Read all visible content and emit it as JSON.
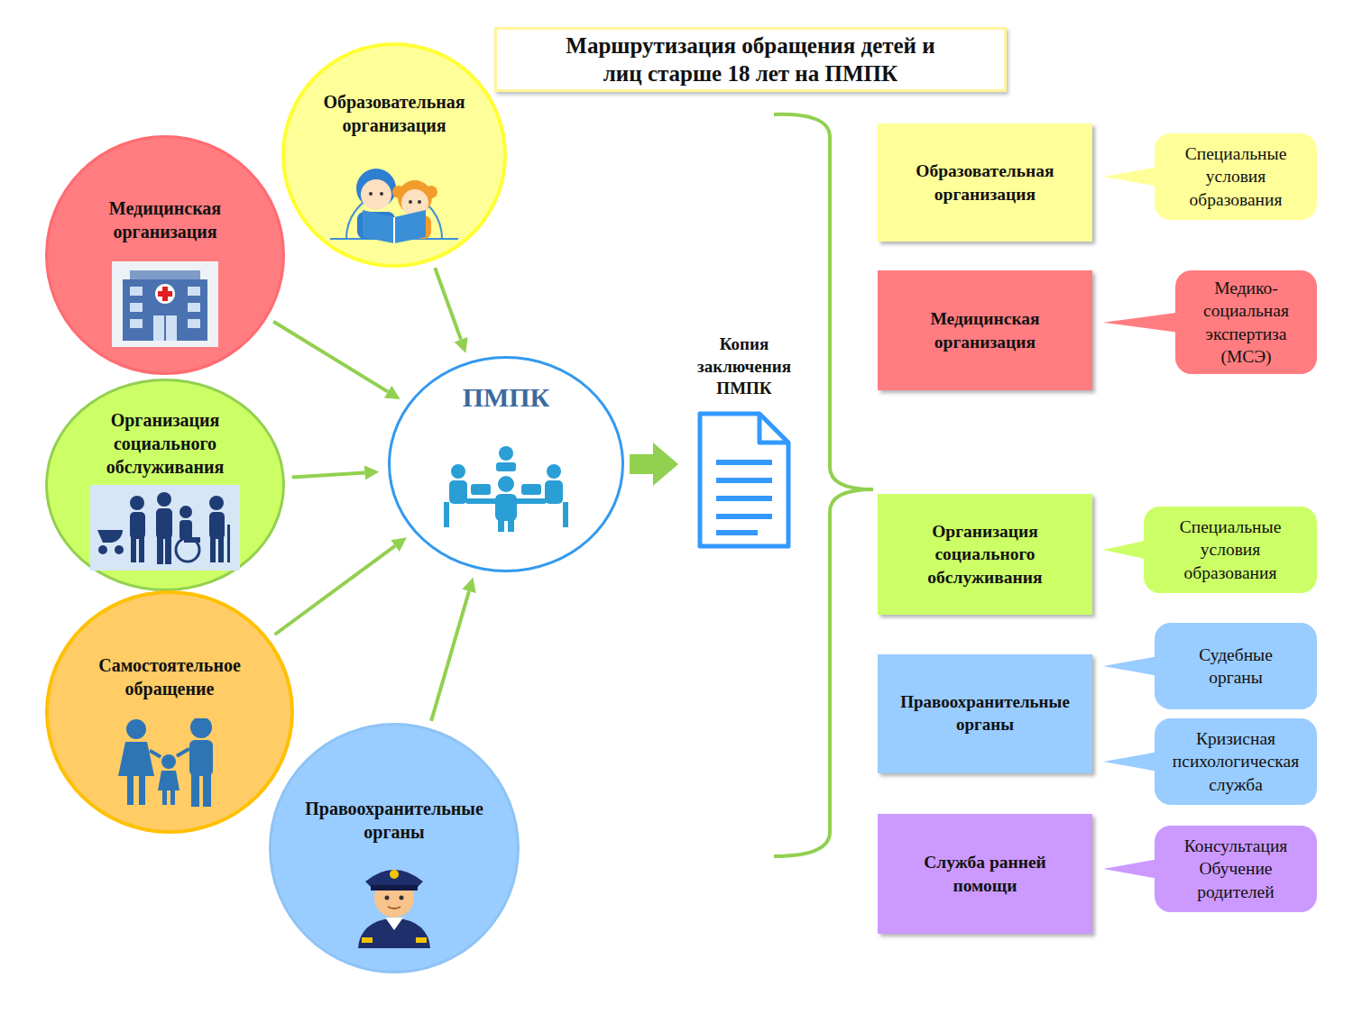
{
  "diagram": {
    "title": "Маршрутизация обращения детей и лиц старше 18 лет на ПМПК",
    "nodes": [
      {
        "text": [
          "Образовательная организация"
        ]
      },
      {
        "text": [
          "Медицинская организация"
        ]
      },
      {
        "text": [
          "ПМПК"
        ]
      },
      {
        "text": [
          "Организация социального обслуживания"
        ]
      },
      {
        "text": [
          "Самостоятельное обращение"
        ]
      },
      {
        "text": [
          "Правоохранительные органы"
        ]
      },
      {
        "text": [
          "Копия заключения ПМПК"
        ]
      },
      {
        "text": [
          "Образовательная организация"
        ]
      },
      {
        "text": [
          "Специальные условия образования"
        ]
      },
      {
        "text": [
          "Медицинская организация"
        ]
      },
      {
        "text": [
          "Медико-социальная экспертиза (МСЭ)"
        ]
      },
      {
        "text": [
          "Организация социального обслуживания"
        ]
      },
      {
        "text": [
          "Специальные условия образования"
        ]
      },
      {
        "text": [
          "Правоохранительные органы"
        ]
      },
      {
        "text": [
          "Судебные органы"
        ]
      },
      {
        "text": [
          "Кризисная психологическая служба"
        ]
      },
      {
        "text": [
          "Служба ранней помощи"
        ]
      },
      {
        "text": [
          "Консультация Обучение родителей"
        ]
      }
    ],
    "edges": [
      {
        "from": 0,
        "to": 2,
        "arrow": "to"
      },
      {
        "from": 1,
        "to": 2,
        "arrow": "to"
      },
      {
        "from": 3,
        "to": 2,
        "arrow": "to"
      },
      {
        "from": 4,
        "to": 2,
        "arrow": "to"
      },
      {
        "from": 5,
        "to": 2,
        "arrow": "to"
      },
      {
        "from": 2,
        "to": 6,
        "arrow": "to"
      },
      {
        "from": 7,
        "to": 8,
        "arrow": "none"
      },
      {
        "from": 9,
        "to": 10,
        "arrow": "none"
      },
      {
        "from": 11,
        "to": 12,
        "arrow": "none"
      },
      {
        "from": 13,
        "to": 14,
        "arrow": "none"
      },
      {
        "from": 13,
        "to": 15,
        "arrow": "none"
      },
      {
        "from": 16,
        "to": 17,
        "arrow": "none"
      }
    ]
  }
}
